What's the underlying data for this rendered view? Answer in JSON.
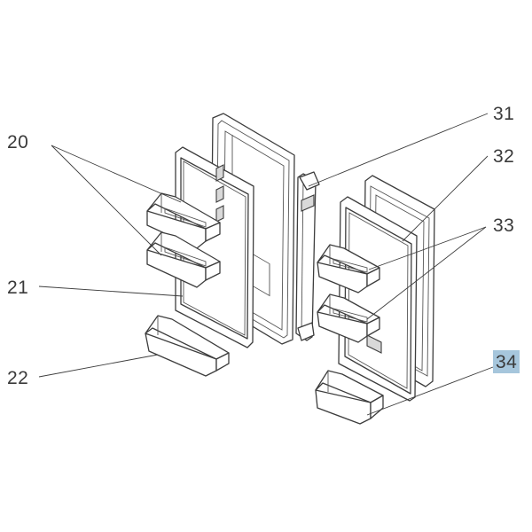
{
  "callouts": {
    "c20": "20",
    "c21": "21",
    "c22": "22",
    "c31": "31",
    "c32": "32",
    "c33": "33",
    "c34": "34"
  },
  "highlight_color": "#a6c6dc",
  "highlighted_part": "34"
}
